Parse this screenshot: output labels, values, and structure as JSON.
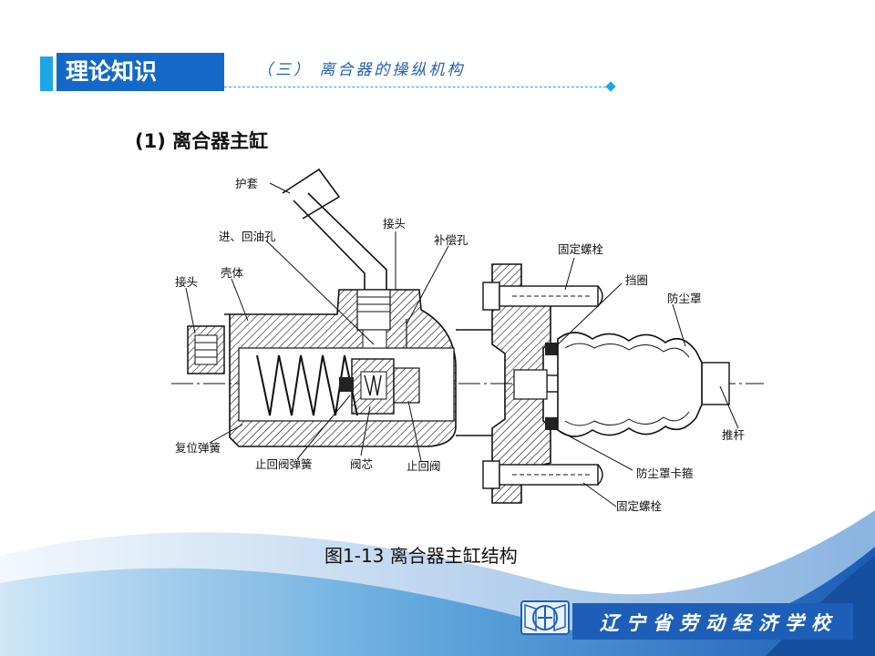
{
  "header": {
    "title": "理论知识",
    "subtitle": "（三） 离合器的操纵机构"
  },
  "section": {
    "title": "(1) 离合器主缸"
  },
  "diagram": {
    "labels": {
      "hutao": "护套",
      "jietou_top": "接头",
      "jinhui": "进、回油孔",
      "buchang": "补偿孔",
      "guding_top": "固定螺栓",
      "dangquan": "挡圈",
      "fangchenzhao": "防尘罩",
      "jietou_left": "接头",
      "keti": "壳体",
      "tuigan": "推杆",
      "fuwei": "复位弹簧",
      "zhihui_spring": "止回阀弹簧",
      "faxin": "阀芯",
      "zhihui": "止回阀",
      "kagu": "防尘罩卡箍",
      "guding_bottom": "固定螺栓"
    },
    "caption": "图1-13  离合器主缸结构"
  },
  "footer": {
    "school": "辽宁省劳动经济学校"
  },
  "colors": {
    "accent_blue": "#1469c8",
    "accent_light": "#1ea7e8",
    "footer_blue": "#1d5fb8"
  }
}
